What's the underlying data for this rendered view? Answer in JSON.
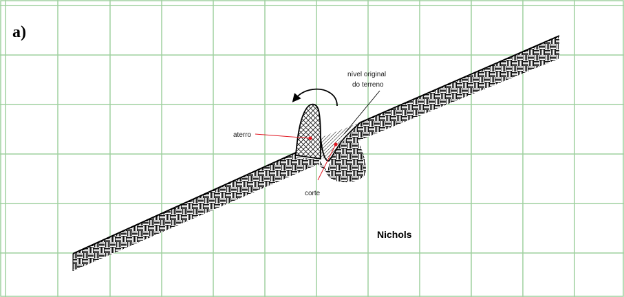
{
  "panel_label": "a)",
  "labels": {
    "nivel_line1": "nível original",
    "nivel_line2": "do terreno",
    "aterro": "aterro",
    "corte": "corte"
  },
  "credit": "Nichols",
  "colors": {
    "grid": "#9fd09f",
    "pointer": "#e0141e",
    "marker": "#e0141e",
    "ink": "#000000"
  },
  "icons": {
    "rotation_arrow": "curved-arrow-icon"
  }
}
